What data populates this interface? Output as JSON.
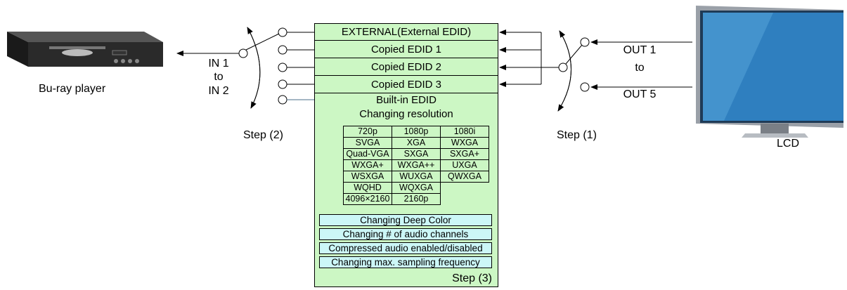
{
  "source": {
    "label": "Bu-ray player"
  },
  "display": {
    "label": "LCD"
  },
  "input_switch": {
    "lines": [
      "IN 1",
      "to",
      "IN 2"
    ],
    "step_label": "Step (2)"
  },
  "output_switch": {
    "lines": [
      "OUT 1",
      "to",
      "OUT 5"
    ],
    "step_label": "Step (1)"
  },
  "edid_panel": {
    "rows": [
      "EXTERNAL(External EDID)",
      "Copied EDID 1",
      "Copied EDID 2",
      "Copied EDID 3"
    ],
    "builtin_title": "Built-in EDID",
    "resolution_title": "Changing resolution",
    "resolutions": [
      [
        "720p",
        "1080p",
        "1080i"
      ],
      [
        "SVGA",
        "XGA",
        "WXGA"
      ],
      [
        "Quad-VGA",
        "SXGA",
        "SXGA+"
      ],
      [
        "WXGA+",
        "WXGA++",
        "UXGA"
      ],
      [
        "WSXGA",
        "WUXGA",
        "QWXGA"
      ],
      [
        "WQHD",
        "WQXGA",
        ""
      ],
      [
        "4096×2160",
        "2160p",
        ""
      ]
    ],
    "features": [
      "Changing Deep Color",
      "Changing # of audio channels",
      "Compressed audio enabled/disabled",
      "Changing max. sampling frequency"
    ],
    "step_label": "Step (3)"
  },
  "colors": {
    "panel": "#ccf7c4",
    "feature": "#ccf7f7",
    "builtin_link": "#4a6e8a"
  }
}
